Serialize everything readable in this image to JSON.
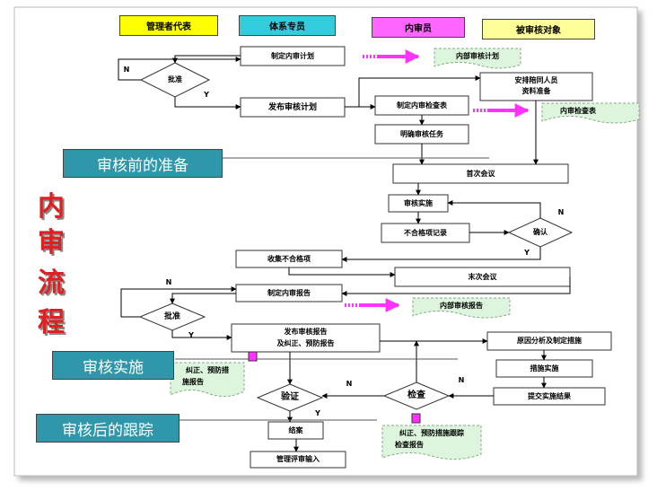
{
  "roles": {
    "mgmt_rep": "管理者代表",
    "coordinator": "体系专员",
    "auditor": "内审员",
    "auditee": "被审核对象"
  },
  "stages": {
    "prep": "审核前的准备",
    "impl": "审核实施",
    "follow": "审核后的跟踪"
  },
  "vertical_title": [
    "内",
    "审",
    "流",
    "程"
  ],
  "nodes": {
    "plan": "制定内审计划",
    "approve1": "批准",
    "publish_plan": "发布审核计划",
    "arrange_line1": "安排陪同人员",
    "arrange_line2": "资料准备",
    "checklist": "制定内审检查表",
    "clarify": "明确审核任务",
    "first_meeting": "首次会议",
    "audit": "审核实施",
    "nc_record": "不合格项记录",
    "confirm": "确认",
    "collect_nc": "收集不合格项",
    "last_meeting": "末次会议",
    "make_report": "制定内审报告",
    "approve2": "批准",
    "publish_report_line1": "发布审核报告",
    "publish_report_line2": "及纠正、预防报告",
    "cause": "原因分析及制定措施",
    "implement": "措施实施",
    "submit": "提交实施结果",
    "check": "检查",
    "verify": "验证",
    "close": "结案",
    "mgmt_input": "管理评审输入"
  },
  "docs": {
    "plan_doc": "内部审核计划",
    "checklist_doc": "内审检查表",
    "report_doc": "内部审核报告",
    "corrective_line1": "纠正、预防措",
    "corrective_line2": "施报告",
    "tracking_line1": "纠正、预防措施跟踪",
    "tracking_line2": "检查报告"
  },
  "flags": {
    "n1": "N",
    "y1": "Y",
    "n2": "N",
    "y2": "Y",
    "n3": "N",
    "y3": "Y",
    "n4": "N",
    "y4": "Y",
    "n5": "N"
  },
  "colors": {
    "mgmt_rep": "#ffff00",
    "coordinator": "#33ccdd",
    "auditor": "#ff66ff",
    "auditee": "#ffff99",
    "doc_fill": "#ddf5dd",
    "stage_fill": "#2f97a9",
    "arrow_magenta": "#ff33ff",
    "title_red": "#e02020"
  }
}
